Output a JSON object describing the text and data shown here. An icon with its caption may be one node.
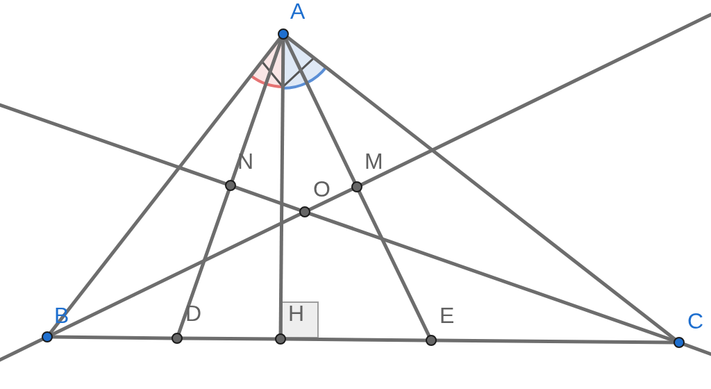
{
  "diagram": {
    "nodes": [
      {
        "text": [],
        "shape": "circle",
        "beside": [
          "A"
        ]
      },
      {
        "text": [],
        "shape": "circle",
        "beside": [
          "N"
        ]
      },
      {
        "text": [],
        "shape": "circle",
        "beside": [
          "M"
        ]
      },
      {
        "text": [],
        "shape": "circle",
        "beside": [
          "O"
        ]
      },
      {
        "text": [],
        "shape": "circle",
        "beside": [
          "B"
        ]
      },
      {
        "text": [],
        "shape": "circle",
        "beside": [
          "D"
        ]
      },
      {
        "text": [],
        "shape": "circle",
        "beside": [
          "H"
        ]
      },
      {
        "text": [],
        "shape": "circle",
        "beside": [
          "E"
        ]
      },
      {
        "text": [],
        "shape": "circle",
        "beside": [
          "C"
        ]
      }
    ],
    "edges": [
      {
        "from": 0,
        "to": 4,
        "arrow": "none"
      },
      {
        "from": 0,
        "to": 1,
        "arrow": "none"
      },
      {
        "from": 1,
        "to": 5,
        "arrow": "none"
      },
      {
        "from": 0,
        "to": 6,
        "arrow": "none"
      },
      {
        "from": 0,
        "to": 2,
        "arrow": "none"
      },
      {
        "from": 2,
        "to": 7,
        "arrow": "none"
      },
      {
        "from": 0,
        "to": 8,
        "arrow": "none"
      },
      {
        "from": 4,
        "to": 5,
        "arrow": "none"
      },
      {
        "from": 5,
        "to": 6,
        "arrow": "none"
      },
      {
        "from": 6,
        "to": 7,
        "arrow": "none"
      },
      {
        "from": 7,
        "to": 8,
        "arrow": "none"
      },
      {
        "from": 4,
        "to": 3,
        "arrow": "none"
      },
      {
        "from": 3,
        "to": 2,
        "arrow": "none"
      },
      {
        "from": 2,
        "to": null,
        "arrow": "none"
      },
      {
        "from": null,
        "to": 4,
        "arrow": "none"
      },
      {
        "from": 8,
        "to": 3,
        "arrow": "none"
      },
      {
        "from": 3,
        "to": 1,
        "arrow": "none"
      },
      {
        "from": 1,
        "to": null,
        "arrow": "none"
      },
      {
        "from": 8,
        "to": null,
        "arrow": "none"
      }
    ]
  }
}
